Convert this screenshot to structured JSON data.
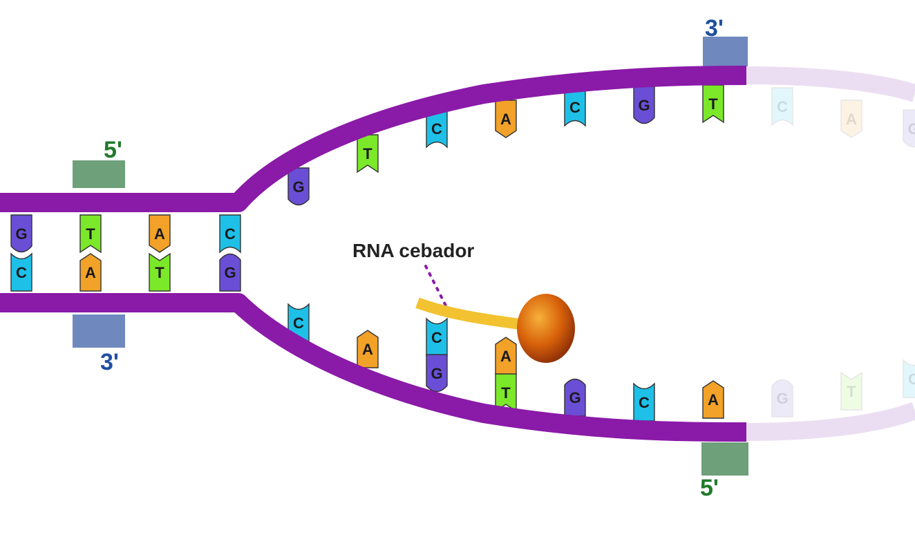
{
  "labels": {
    "primer": "RNA cebador",
    "top_left": "5'",
    "bottom_left": "3'",
    "top_right": "3'",
    "bottom_right": "5'"
  },
  "colors": {
    "backbone": "#8a1aa8",
    "backbone_faded": "#e8d8ee",
    "primer": "#f2c230",
    "enzyme": "#d8620a",
    "end_5prime": "#6ea07a",
    "end_3prime": "#6f88be",
    "label_5prime": "#1f7a2a",
    "label_3prime": "#1f4fa0",
    "base_G": "#6a4fd6",
    "base_C": "#1ec0e8",
    "base_A": "#f2a228",
    "base_T": "#7ce82a"
  },
  "double_helix_pairs": [
    {
      "top": "G",
      "bottom": "C"
    },
    {
      "top": "T",
      "bottom": "A"
    },
    {
      "top": "A",
      "bottom": "T"
    },
    {
      "top": "C",
      "bottom": "G"
    }
  ],
  "upper_strand_bases": [
    "G",
    "T",
    "C",
    "A",
    "C",
    "G",
    "T"
  ],
  "upper_strand_faded": [
    "C",
    "A",
    "G"
  ],
  "lower_strand_bases": [
    "C",
    "A",
    "C",
    "A",
    "G",
    "C",
    "A"
  ],
  "lower_strand_new_bases": [
    "",
    "",
    "G",
    "T",
    "",
    "",
    ""
  ],
  "lower_strand_faded": [
    "G",
    "T",
    "C"
  ]
}
